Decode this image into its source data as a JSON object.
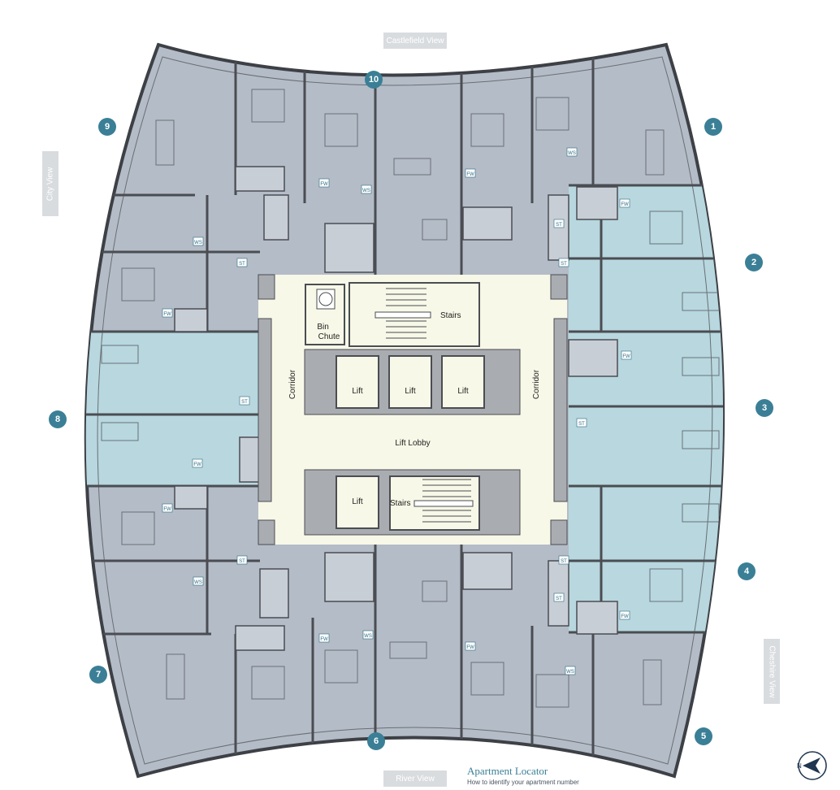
{
  "views": {
    "north": "Castlefield View",
    "west": "City View",
    "east": "Cheshire View",
    "south": "River View"
  },
  "core": {
    "bin_chute": [
      "Bin",
      "Chute"
    ],
    "stairs": "Stairs",
    "lift": "Lift",
    "corridor": "Corridor",
    "lift_lobby": "Lift Lobby"
  },
  "fixture_tags": {
    "fw": "FW",
    "ws": "WS",
    "st": "ST"
  },
  "apartments": [
    {
      "number": "1",
      "highlighted": false
    },
    {
      "number": "2",
      "highlighted": true
    },
    {
      "number": "3",
      "highlighted": true
    },
    {
      "number": "4",
      "highlighted": true
    },
    {
      "number": "5",
      "highlighted": false
    },
    {
      "number": "6",
      "highlighted": false
    },
    {
      "number": "7",
      "highlighted": false
    },
    {
      "number": "8",
      "highlighted": true
    },
    {
      "number": "9",
      "highlighted": false
    },
    {
      "number": "10",
      "highlighted": false
    }
  ],
  "legend": {
    "title": "Apartment Locator",
    "subtitle": "How to identify your apartment number"
  },
  "compass": {
    "letter": "N"
  },
  "colors": {
    "apartment_fill": "#b4bcc7",
    "highlight_fill": "#b8d7df",
    "core_fill": "#f8f8e8",
    "wall": "#4a4d52",
    "marker": "#3a7f96",
    "view_label_bg": "#d9dcdf"
  }
}
